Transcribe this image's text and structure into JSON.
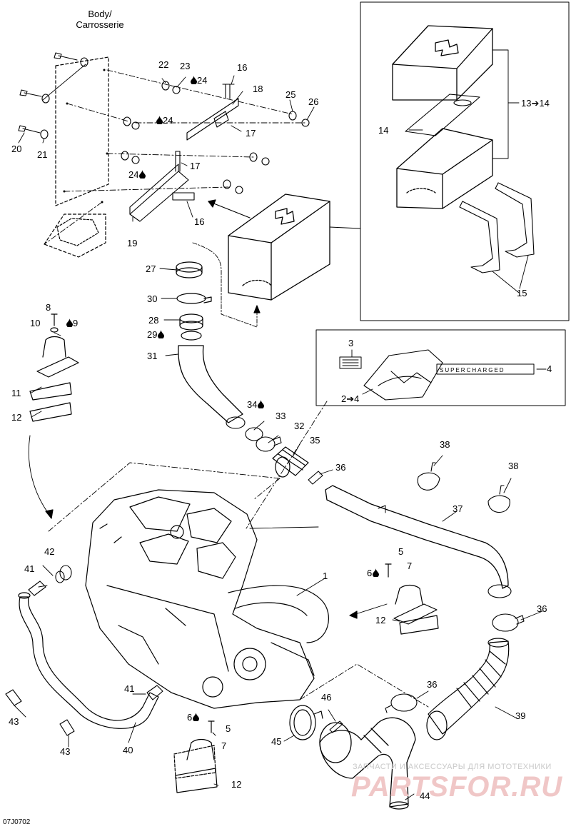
{
  "diagram": {
    "body_label_line1": "Body/",
    "body_label_line2": "Carrosserie",
    "image_code": "07J0702",
    "drop_icon": "oil-drop-icon",
    "callouts": [
      {
        "id": "c22",
        "text": "22"
      },
      {
        "id": "c23",
        "text": "23"
      },
      {
        "id": "c24a",
        "text": "24"
      },
      {
        "id": "c16a",
        "text": "16"
      },
      {
        "id": "c18",
        "text": "18"
      },
      {
        "id": "c25",
        "text": "25"
      },
      {
        "id": "c26",
        "text": "26"
      },
      {
        "id": "c24b",
        "text": "24"
      },
      {
        "id": "c17a",
        "text": "17"
      },
      {
        "id": "c20",
        "text": "20"
      },
      {
        "id": "c21",
        "text": "21"
      },
      {
        "id": "c17b",
        "text": "17"
      },
      {
        "id": "c24c",
        "text": "24"
      },
      {
        "id": "c16b",
        "text": "16"
      },
      {
        "id": "c19",
        "text": "19"
      },
      {
        "id": "c13",
        "text": "13➔14"
      },
      {
        "id": "c14",
        "text": "14"
      },
      {
        "id": "c15",
        "text": "15"
      },
      {
        "id": "c27",
        "text": "27"
      },
      {
        "id": "c30",
        "text": "30"
      },
      {
        "id": "c28",
        "text": "28"
      },
      {
        "id": "c29",
        "text": "29"
      },
      {
        "id": "c31",
        "text": "31"
      },
      {
        "id": "c8",
        "text": "8"
      },
      {
        "id": "c10",
        "text": "10"
      },
      {
        "id": "c9",
        "text": "9"
      },
      {
        "id": "c11",
        "text": "11"
      },
      {
        "id": "c12a",
        "text": "12"
      },
      {
        "id": "c3",
        "text": "3"
      },
      {
        "id": "c4",
        "text": "4"
      },
      {
        "id": "c2",
        "text": "2➔4"
      },
      {
        "id": "c34",
        "text": "34"
      },
      {
        "id": "c33",
        "text": "33"
      },
      {
        "id": "c32",
        "text": "32"
      },
      {
        "id": "c35",
        "text": "35"
      },
      {
        "id": "c36a",
        "text": "36"
      },
      {
        "id": "c38a",
        "text": "38"
      },
      {
        "id": "c38b",
        "text": "38"
      },
      {
        "id": "c37",
        "text": "37"
      },
      {
        "id": "c42",
        "text": "42"
      },
      {
        "id": "c41a",
        "text": "41"
      },
      {
        "id": "c1",
        "text": "1"
      },
      {
        "id": "c5a",
        "text": "5"
      },
      {
        "id": "c6a",
        "text": "6"
      },
      {
        "id": "c7a",
        "text": "7"
      },
      {
        "id": "c12b",
        "text": "12"
      },
      {
        "id": "c36b",
        "text": "36"
      },
      {
        "id": "c36c",
        "text": "36"
      },
      {
        "id": "c39",
        "text": "39"
      },
      {
        "id": "c41b",
        "text": "41"
      },
      {
        "id": "c46",
        "text": "46"
      },
      {
        "id": "c43a",
        "text": "43"
      },
      {
        "id": "c43b",
        "text": "43"
      },
      {
        "id": "c40",
        "text": "40"
      },
      {
        "id": "c6b",
        "text": "6"
      },
      {
        "id": "c5b",
        "text": "5"
      },
      {
        "id": "c7b",
        "text": "7"
      },
      {
        "id": "c45",
        "text": "45"
      },
      {
        "id": "c12c",
        "text": "12"
      },
      {
        "id": "c44",
        "text": "44"
      }
    ]
  },
  "watermark": {
    "line1": "ЗАПЧАСТИ И АКСЕССУАРЫ ДЛЯ МОТОТЕХНИКИ",
    "line2": "PARTSFOR.RU",
    "color": "#e8a0a0"
  },
  "decal": {
    "text": "SUPERCHARGED"
  }
}
